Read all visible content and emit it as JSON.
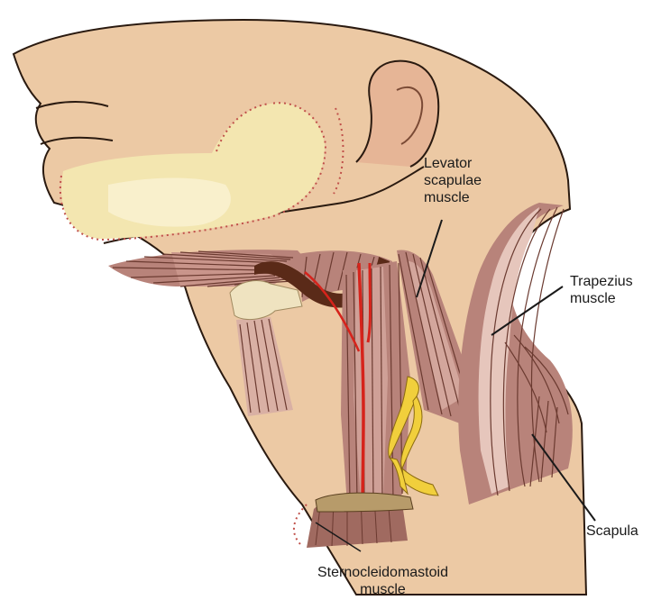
{
  "labels": {
    "levator": "Levator\nscapulae\nmuscle",
    "trapezius": "Trapezius\nmuscle",
    "scapula": "Scapula",
    "scm": "Sternocleidomastoid\nmuscle"
  },
  "colors": {
    "skin": "#ecc9a4",
    "skin_outline": "#2a1a10",
    "muscle": "#b8837a",
    "muscle_light": "#e6c6bc",
    "muscle_line": "#6b3a30",
    "bone": "#f3e6b0",
    "bone_dark": "#e3d08c",
    "artery": "#d6231b",
    "nerve": "#f1cf3c",
    "nerve_outline": "#8a6a10",
    "dashed": "#c0504a",
    "digastric": "#5a2a18"
  }
}
